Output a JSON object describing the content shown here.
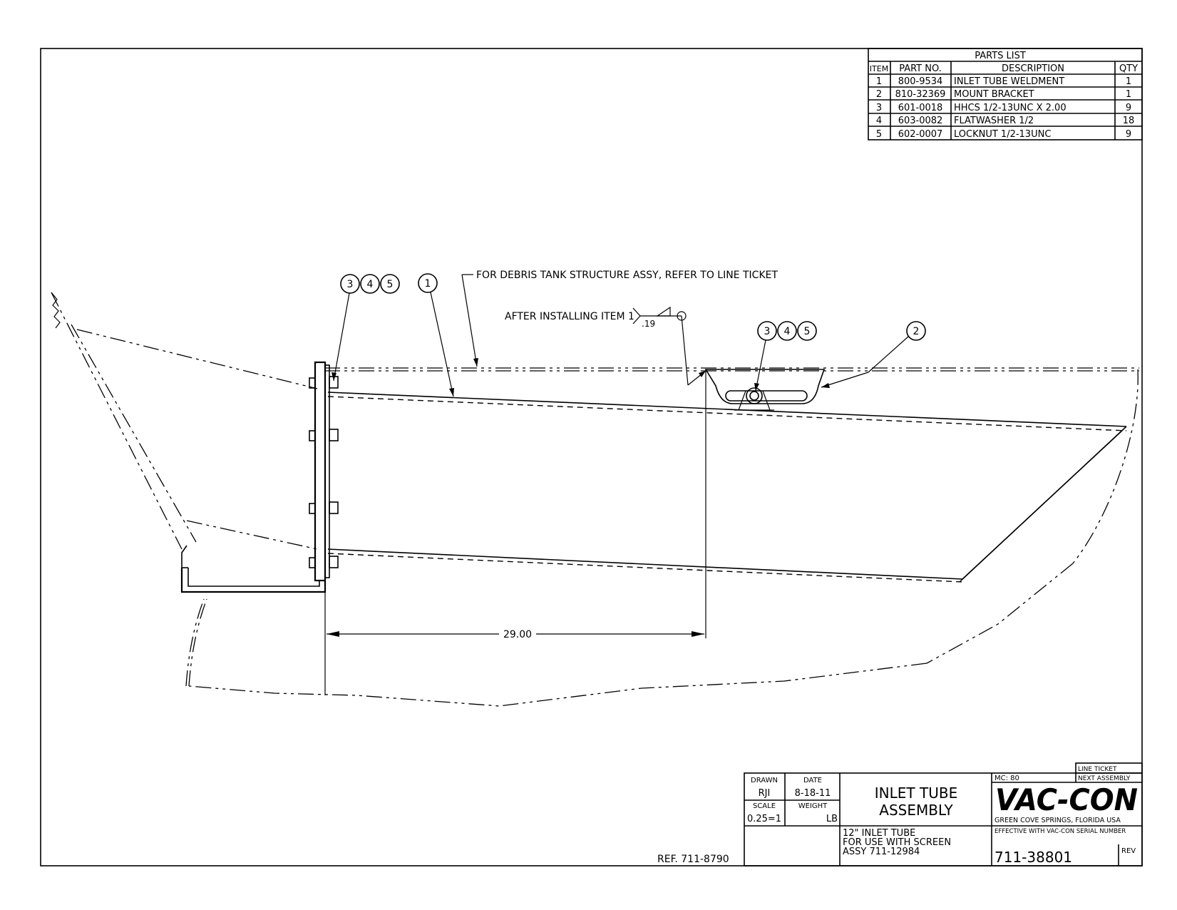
{
  "parts_list": {
    "title": "PARTS LIST",
    "headers": [
      "ITEM",
      "PART NO.",
      "DESCRIPTION",
      "QTY"
    ],
    "rows": [
      [
        "1",
        "800-9534",
        "INLET TUBE WELDMENT",
        "1"
      ],
      [
        "2",
        "810-32369",
        "MOUNT BRACKET",
        "1"
      ],
      [
        "3",
        "601-0018",
        "HHCS 1/2-13UNC X 2.00",
        "9"
      ],
      [
        "4",
        "603-0082",
        "FLATWASHER 1/2",
        "18"
      ],
      [
        "5",
        "602-0007",
        "LOCKNUT 1/2-13UNC",
        "9"
      ]
    ]
  },
  "callouts": {
    "left_group": [
      "3",
      "4",
      "5"
    ],
    "item1": "1",
    "right_group": [
      "3",
      "4",
      "5"
    ],
    "item2": "2"
  },
  "notes": {
    "debris_tank": "FOR DEBRIS TANK STRUCTURE ASSY, REFER TO LINE TICKET",
    "after_installing": "AFTER INSTALLING ITEM 1",
    "weld_size": ".19",
    "dimension": "29.00",
    "reference": "REF. 711-8790"
  },
  "title_block": {
    "drawn_label": "DRAWN",
    "drawn_value": "RJI",
    "date_label": "DATE",
    "date_value": "8-18-11",
    "scale_label": "SCALE",
    "scale_value": "0.25=1",
    "weight_label": "WEIGHT",
    "weight_value": "LB",
    "title_line1": "INLET TUBE",
    "title_line2": "ASSEMBLY",
    "desc_line1": "12\" INLET TUBE",
    "desc_line2": "FOR USE WITH SCREEN",
    "desc_line3": "ASSY 711-12984",
    "mc": "MC: 80",
    "line_ticket": "LINE TICKET",
    "next_assembly": "NEXT ASSEMBLY",
    "company_logo": "VAC-CON",
    "location": "GREEN COVE SPRINGS, FLORIDA USA",
    "effective": "EFFECTIVE WITH VAC-CON SERIAL NUMBER",
    "drawing_number": "711-38801",
    "rev_label": "REV"
  }
}
